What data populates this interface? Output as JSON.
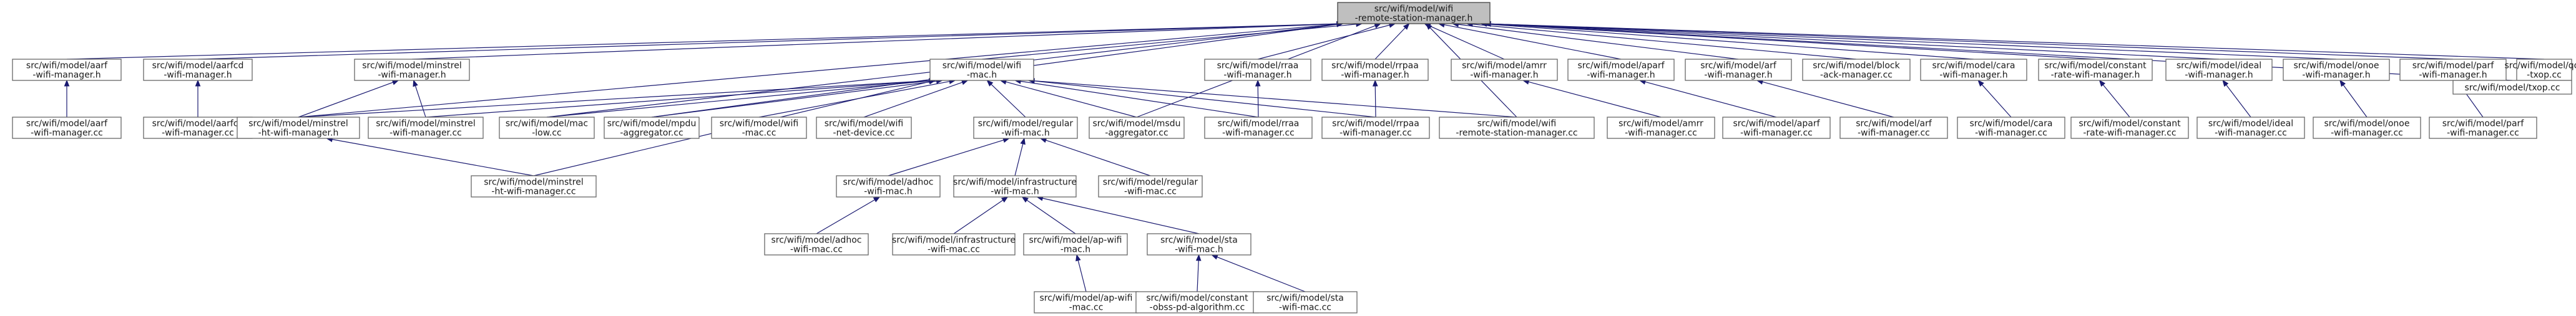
{
  "nodes": [
    {
      "id": "root",
      "lines": [
        "src/wifi/model/wifi",
        "-remote-station-manager.h"
      ],
      "root": true
    },
    {
      "id": "aarf_h",
      "lines": [
        "src/wifi/model/aarf",
        "-wifi-manager.h"
      ]
    },
    {
      "id": "aarfcd_h",
      "lines": [
        "src/wifi/model/aarfcd",
        "-wifi-manager.h"
      ]
    },
    {
      "id": "minstrel_h",
      "lines": [
        "src/wifi/model/minstrel",
        "-wifi-manager.h"
      ]
    },
    {
      "id": "wifimac_h",
      "lines": [
        "src/wifi/model/wifi",
        "-mac.h"
      ]
    },
    {
      "id": "rraa_h",
      "lines": [
        "src/wifi/model/rraa",
        "-wifi-manager.h"
      ]
    },
    {
      "id": "rrpaa_h",
      "lines": [
        "src/wifi/model/rrpaa",
        "-wifi-manager.h"
      ]
    },
    {
      "id": "amrr_h",
      "lines": [
        "src/wifi/model/amrr",
        "-wifi-manager.h"
      ]
    },
    {
      "id": "aparf_h",
      "lines": [
        "src/wifi/model/aparf",
        "-wifi-manager.h"
      ]
    },
    {
      "id": "arf_h",
      "lines": [
        "src/wifi/model/arf",
        "-wifi-manager.h"
      ]
    },
    {
      "id": "blockack_h",
      "lines": [
        "src/wifi/model/block",
        "-ack-manager.cc"
      ]
    },
    {
      "id": "cara_h",
      "lines": [
        "src/wifi/model/cara",
        "-wifi-manager.h"
      ]
    },
    {
      "id": "constrate_h",
      "lines": [
        "src/wifi/model/constant",
        "-rate-wifi-manager.h"
      ]
    },
    {
      "id": "ideal_h",
      "lines": [
        "src/wifi/model/ideal",
        "-wifi-manager.h"
      ]
    },
    {
      "id": "onoe_h",
      "lines": [
        "src/wifi/model/onoe",
        "-wifi-manager.h"
      ]
    },
    {
      "id": "parf_h",
      "lines": [
        "src/wifi/model/parf",
        "-wifi-manager.h"
      ]
    },
    {
      "id": "qostxop_cc",
      "lines": [
        "src/wifi/model/qos",
        "-txop.cc"
      ]
    },
    {
      "id": "txop_cc",
      "lines": [
        "src/wifi/model/txop.cc"
      ]
    },
    {
      "id": "aarf_cc",
      "lines": [
        "src/wifi/model/aarf",
        "-wifi-manager.cc"
      ]
    },
    {
      "id": "aarfcd_cc",
      "lines": [
        "src/wifi/model/aarfcd",
        "-wifi-manager.cc"
      ]
    },
    {
      "id": "minstrelht_h",
      "lines": [
        "src/wifi/model/minstrel",
        "-ht-wifi-manager.h"
      ]
    },
    {
      "id": "minstrel_cc",
      "lines": [
        "src/wifi/model/minstrel",
        "-wifi-manager.cc"
      ]
    },
    {
      "id": "maclow_cc",
      "lines": [
        "src/wifi/model/mac",
        "-low.cc"
      ]
    },
    {
      "id": "mpdu_cc",
      "lines": [
        "src/wifi/model/mpdu",
        "-aggregator.cc"
      ]
    },
    {
      "id": "wifimac_cc",
      "lines": [
        "src/wifi/model/wifi",
        "-mac.cc"
      ]
    },
    {
      "id": "netdevice_cc",
      "lines": [
        "src/wifi/model/wifi",
        "-net-device.cc"
      ]
    },
    {
      "id": "regularmac_h",
      "lines": [
        "src/wifi/model/regular",
        "-wifi-mac.h"
      ]
    },
    {
      "id": "msdu_cc",
      "lines": [
        "src/wifi/model/msdu",
        "-aggregator.cc"
      ]
    },
    {
      "id": "rraa_cc",
      "lines": [
        "src/wifi/model/rraa",
        "-wifi-manager.cc"
      ]
    },
    {
      "id": "rrpaa_cc",
      "lines": [
        "src/wifi/model/rrpaa",
        "-wifi-manager.cc"
      ]
    },
    {
      "id": "rsm_cc",
      "lines": [
        "src/wifi/model/wifi",
        "-remote-station-manager.cc"
      ]
    },
    {
      "id": "amrr_cc",
      "lines": [
        "src/wifi/model/amrr",
        "-wifi-manager.cc"
      ]
    },
    {
      "id": "aparf_cc",
      "lines": [
        "src/wifi/model/aparf",
        "-wifi-manager.cc"
      ]
    },
    {
      "id": "arf_cc",
      "lines": [
        "src/wifi/model/arf",
        "-wifi-manager.cc"
      ]
    },
    {
      "id": "cara_cc",
      "lines": [
        "src/wifi/model/cara",
        "-wifi-manager.cc"
      ]
    },
    {
      "id": "constrate_cc",
      "lines": [
        "src/wifi/model/constant",
        "-rate-wifi-manager.cc"
      ]
    },
    {
      "id": "ideal_cc",
      "lines": [
        "src/wifi/model/ideal",
        "-wifi-manager.cc"
      ]
    },
    {
      "id": "onoe_cc",
      "lines": [
        "src/wifi/model/onoe",
        "-wifi-manager.cc"
      ]
    },
    {
      "id": "parf_cc",
      "lines": [
        "src/wifi/model/parf",
        "-wifi-manager.cc"
      ]
    },
    {
      "id": "minstrelht_cc",
      "lines": [
        "src/wifi/model/minstrel",
        "-ht-wifi-manager.cc"
      ]
    },
    {
      "id": "adhoc_h",
      "lines": [
        "src/wifi/model/adhoc",
        "-wifi-mac.h"
      ]
    },
    {
      "id": "infra_h",
      "lines": [
        "src/wifi/model/infrastructure",
        "-wifi-mac.h"
      ]
    },
    {
      "id": "regularmac_cc",
      "lines": [
        "src/wifi/model/regular",
        "-wifi-mac.cc"
      ]
    },
    {
      "id": "adhoc_cc",
      "lines": [
        "src/wifi/model/adhoc",
        "-wifi-mac.cc"
      ]
    },
    {
      "id": "infra_cc",
      "lines": [
        "src/wifi/model/infrastructure",
        "-wifi-mac.cc"
      ]
    },
    {
      "id": "apmac_h",
      "lines": [
        "src/wifi/model/ap-wifi",
        "-mac.h"
      ]
    },
    {
      "id": "stamac_h",
      "lines": [
        "src/wifi/model/sta",
        "-wifi-mac.h"
      ]
    },
    {
      "id": "apmac_cc",
      "lines": [
        "src/wifi/model/ap-wifi",
        "-mac.cc"
      ]
    },
    {
      "id": "obss_cc",
      "lines": [
        "src/wifi/model/constant",
        "-obss-pd-algorithm.cc"
      ]
    },
    {
      "id": "stamac_cc",
      "lines": [
        "src/wifi/model/sta",
        "-wifi-mac.cc"
      ]
    }
  ],
  "edges": [
    [
      "aarf_h",
      "root"
    ],
    [
      "aarfcd_h",
      "root"
    ],
    [
      "minstrel_h",
      "root"
    ],
    [
      "wifimac_h",
      "root"
    ],
    [
      "rraa_h",
      "root"
    ],
    [
      "rrpaa_h",
      "root"
    ],
    [
      "amrr_h",
      "root"
    ],
    [
      "aparf_h",
      "root"
    ],
    [
      "arf_h",
      "root"
    ],
    [
      "blockack_h",
      "root"
    ],
    [
      "cara_h",
      "root"
    ],
    [
      "constrate_h",
      "root"
    ],
    [
      "ideal_h",
      "root"
    ],
    [
      "onoe_h",
      "root"
    ],
    [
      "parf_h",
      "root"
    ],
    [
      "qostxop_cc",
      "root"
    ],
    [
      "txop_cc",
      "root"
    ],
    [
      "minstrelht_h",
      "root"
    ],
    [
      "maclow_cc",
      "root"
    ],
    [
      "mpdu_cc",
      "root"
    ],
    [
      "msdu_cc",
      "root"
    ],
    [
      "rsm_cc",
      "root"
    ],
    [
      "aarf_cc",
      "aarf_h"
    ],
    [
      "aarfcd_cc",
      "aarfcd_h"
    ],
    [
      "minstrelht_h",
      "minstrel_h"
    ],
    [
      "minstrel_cc",
      "minstrel_h"
    ],
    [
      "minstrelht_h",
      "wifimac_h"
    ],
    [
      "minstrel_cc",
      "wifimac_h"
    ],
    [
      "maclow_cc",
      "wifimac_h"
    ],
    [
      "mpdu_cc",
      "wifimac_h"
    ],
    [
      "wifimac_cc",
      "wifimac_h"
    ],
    [
      "netdevice_cc",
      "wifimac_h"
    ],
    [
      "regularmac_h",
      "wifimac_h"
    ],
    [
      "msdu_cc",
      "wifimac_h"
    ],
    [
      "rraa_cc",
      "wifimac_h"
    ],
    [
      "rrpaa_cc",
      "wifimac_h"
    ],
    [
      "rsm_cc",
      "wifimac_h"
    ],
    [
      "minstrelht_cc",
      "wifimac_h"
    ],
    [
      "rraa_cc",
      "rraa_h"
    ],
    [
      "rrpaa_cc",
      "rrpaa_h"
    ],
    [
      "amrr_cc",
      "amrr_h"
    ],
    [
      "aparf_cc",
      "aparf_h"
    ],
    [
      "arf_cc",
      "arf_h"
    ],
    [
      "cara_cc",
      "cara_h"
    ],
    [
      "constrate_cc",
      "constrate_h"
    ],
    [
      "ideal_cc",
      "ideal_h"
    ],
    [
      "onoe_cc",
      "onoe_h"
    ],
    [
      "parf_cc",
      "parf_h"
    ],
    [
      "minstrelht_cc",
      "minstrelht_h"
    ],
    [
      "adhoc_h",
      "regularmac_h"
    ],
    [
      "infra_h",
      "regularmac_h"
    ],
    [
      "regularmac_cc",
      "regularmac_h"
    ],
    [
      "adhoc_cc",
      "adhoc_h"
    ],
    [
      "infra_cc",
      "infra_h"
    ],
    [
      "apmac_h",
      "infra_h"
    ],
    [
      "stamac_h",
      "infra_h"
    ],
    [
      "apmac_cc",
      "apmac_h"
    ],
    [
      "obss_cc",
      "stamac_h"
    ],
    [
      "stamac_cc",
      "stamac_h"
    ]
  ]
}
